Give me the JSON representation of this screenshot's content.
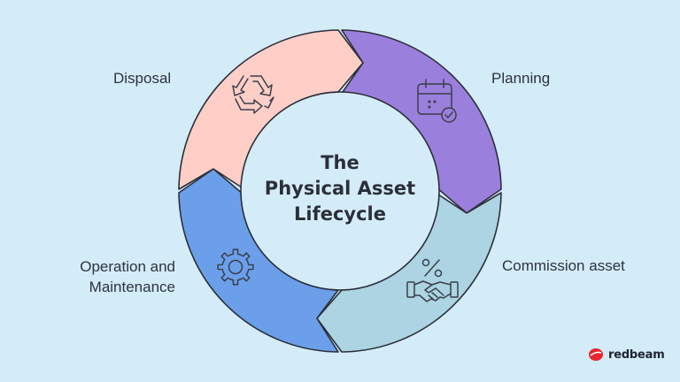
{
  "title": {
    "line1": "The",
    "line2": "Physical Asset",
    "line3": "Lifecycle"
  },
  "stages": [
    {
      "label": "Planning",
      "icon": "calendar-check-icon",
      "color": "#9b7fdc"
    },
    {
      "label": "Commission asset",
      "icon": "handshake-percent-icon",
      "color": "#acd4e2"
    },
    {
      "label_lines": [
        "Operation and",
        "Maintenance"
      ],
      "icon": "gear-icon",
      "color": "#6b9fea"
    },
    {
      "label": "Disposal",
      "icon": "recycle-icon",
      "color": "#ffcfc7"
    }
  ],
  "brand": {
    "name": "redbeam",
    "color": "#e8262b"
  },
  "colors": {
    "background": "#d4ecf7",
    "ring_stroke": "#2b2f3a",
    "inner_circle": "#d4ecf7"
  }
}
